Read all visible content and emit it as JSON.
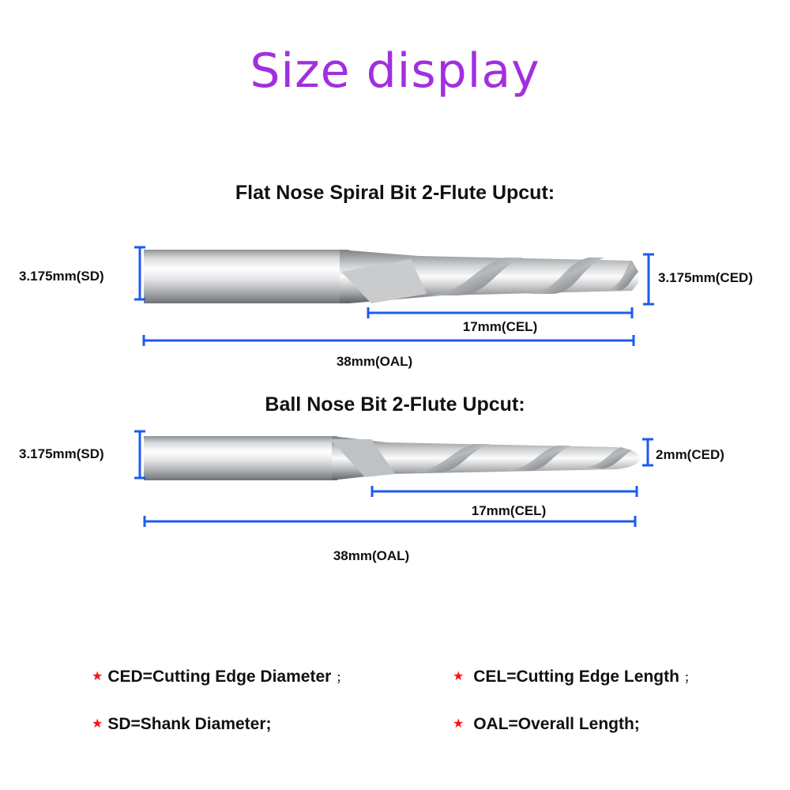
{
  "title": "Size display",
  "bit1": {
    "heading": "Flat Nose Spiral Bit 2-Flute Upcut:",
    "sd": "3.175mm(SD)",
    "ced": "3.175mm(CED)",
    "cel": "17mm(CEL)",
    "oal": "38mm(OAL)"
  },
  "bit2": {
    "heading": "Ball Nose Bit 2-Flute Upcut:",
    "sd": "3.175mm(SD)",
    "ced": "2mm(CED)",
    "cel": "17mm(CEL)",
    "oal": "38mm(OAL)"
  },
  "legend": {
    "ced": "CED=Cutting Edge Diameter",
    "ced_term": "；",
    "cel": "CEL=Cutting Edge Length",
    "cel_term": "；",
    "sd": "SD=Shank Diameter;",
    "oal": "OAL=Overall Length;"
  },
  "colors": {
    "title": "#a12fdf",
    "dimension_line": "#1e5bf0",
    "star": "#ff1010"
  }
}
